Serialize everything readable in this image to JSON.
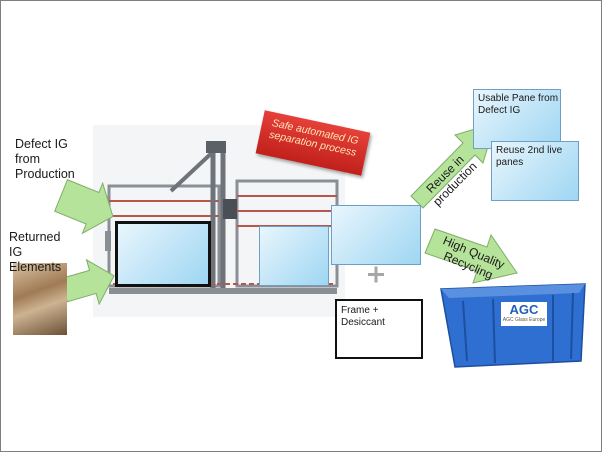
{
  "labels": {
    "defect_ig": "Defect IG from Production",
    "returned_ig": "Returned IG Elements",
    "safe_process": "Safe automated IG separation process",
    "usable_pane": "Usable Pane from Defect IG",
    "reuse_panes": "Reuse 2nd live panes",
    "reuse_production": "Reuse in production",
    "high_quality": "High Quality Recycling",
    "frame": "Frame + Desiccant",
    "plus": "+",
    "agc_logo": "AGC",
    "agc_sub": "AGC Glass Europe"
  },
  "colors": {
    "arrow_fill": "#b6e39a",
    "arrow_stroke": "#7fae6a",
    "pane_border": "#6f9fc4",
    "red_badge": "#d2231f",
    "skip_blue": "#2f6fd1"
  },
  "icons": [
    "plus-icon"
  ]
}
